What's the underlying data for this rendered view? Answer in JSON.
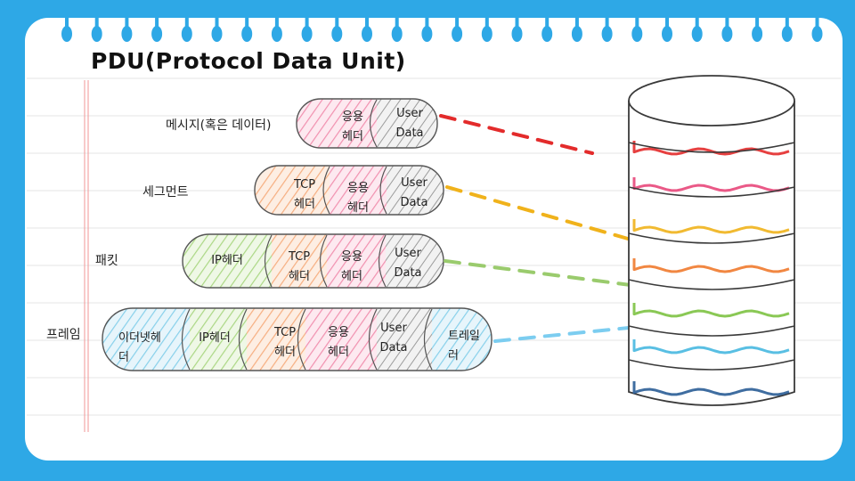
{
  "title": "PDU(Protocol Data Unit)",
  "layers": [
    {
      "name": "메시지(혹은 데이터)"
    },
    {
      "name": "세그먼트"
    },
    {
      "name": "패킷"
    },
    {
      "name": "프레임"
    }
  ],
  "segments": {
    "user_data": [
      "User",
      "Data"
    ],
    "app_header": [
      "응용",
      "헤더"
    ],
    "tcp_header": [
      "TCP",
      "헤더"
    ],
    "ip_header": "IP헤더",
    "ethernet_header": [
      "이더넷헤",
      "더"
    ],
    "trailer": [
      "트레일",
      "러"
    ]
  },
  "colors": {
    "background": "#2ea8e6",
    "paper": "#ffffff",
    "red": "#e32b2b",
    "pink": "#e8477a",
    "yellow": "#f0b21b",
    "orange": "#f07a2e",
    "green": "#7dc242",
    "cyan": "#47b8e0",
    "navy": "#2a5d96",
    "gray": "#8c8c8c"
  }
}
